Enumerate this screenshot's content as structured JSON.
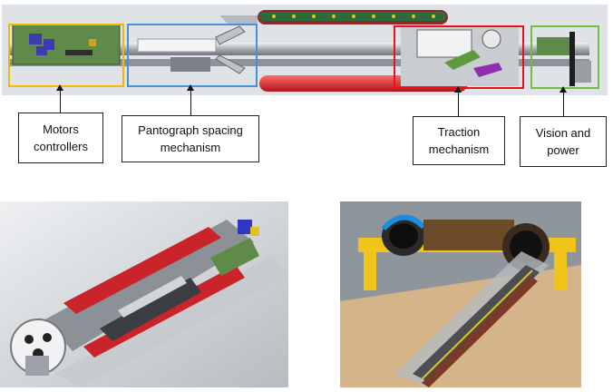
{
  "labels": {
    "motors_controllers": "Motors\ncontrollers",
    "pantograph": "Pantograph spacing\nmechanism",
    "traction": "Traction\nmechanism",
    "vision_power": "Vision and\npower"
  },
  "colors": {
    "motors_highlight": "#f5b800",
    "pantograph_highlight": "#4a90d9",
    "traction_highlight": "#e8101a",
    "vision_highlight": "#6fbf3a",
    "track_red": "#c8242a",
    "pcb_green": "#5f8a4a"
  }
}
